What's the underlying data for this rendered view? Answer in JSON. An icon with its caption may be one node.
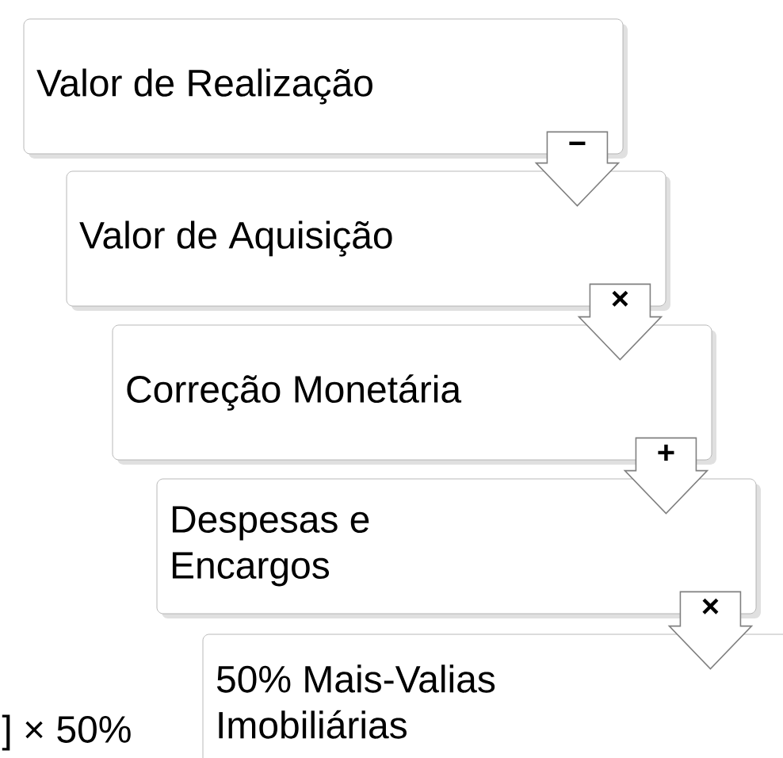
{
  "diagram": {
    "nodes": [
      {
        "text": [
          "Valor de Realização"
        ]
      },
      {
        "text": [
          "Valor de Aquisição"
        ]
      },
      {
        "text": [
          "Correção Monetária"
        ]
      },
      {
        "text": [
          "Despesas e Encargos"
        ]
      },
      {
        "text": [
          "50% Mais-Valias Imobiliárias"
        ]
      }
    ],
    "edges": [
      {
        "from": 0,
        "to": 1,
        "arrow": "to",
        "label": "−"
      },
      {
        "from": 1,
        "to": 2,
        "arrow": "to",
        "label": "×"
      },
      {
        "from": 2,
        "to": 3,
        "arrow": "to",
        "label": "+"
      },
      {
        "from": 3,
        "to": 4,
        "arrow": "to",
        "label": "×"
      }
    ],
    "labels": [
      "] × 50%"
    ]
  }
}
